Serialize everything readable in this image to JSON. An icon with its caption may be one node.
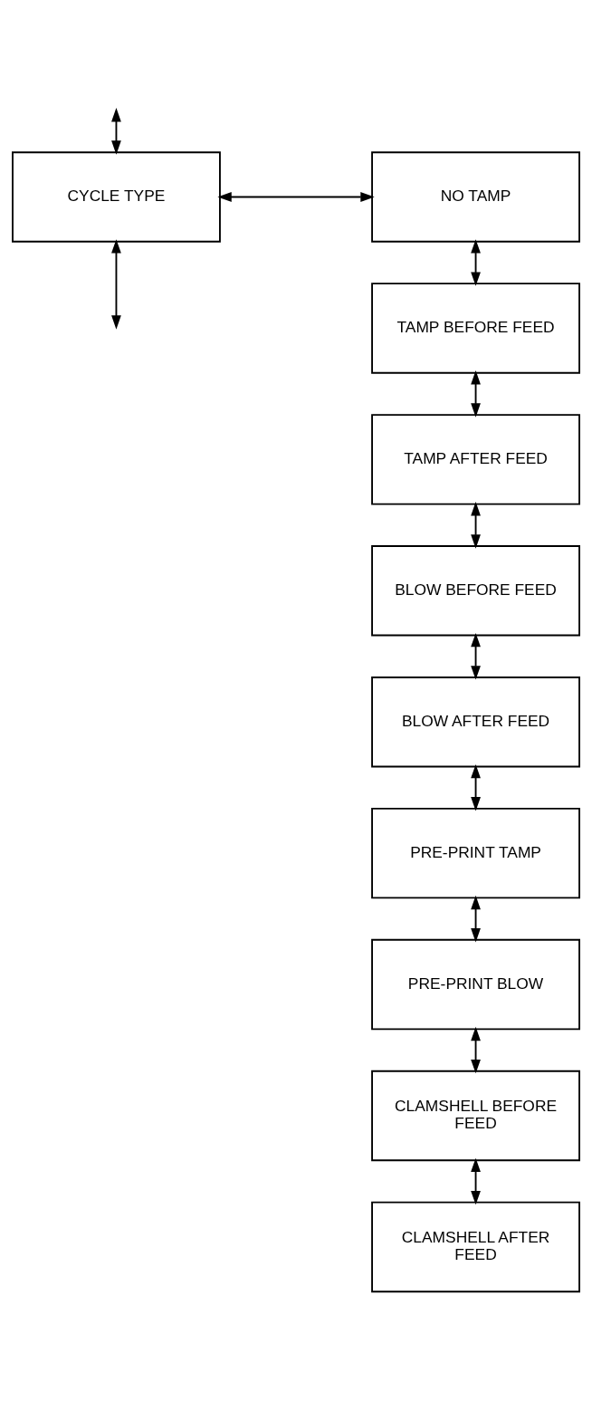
{
  "diagram": {
    "nodes": [
      {
        "text": [
          "CYCLE TYPE"
        ]
      },
      {
        "text": [
          "NO TAMP"
        ]
      },
      {
        "text": [
          "TAMP BEFORE FEED"
        ]
      },
      {
        "text": [
          "TAMP AFTER FEED"
        ]
      },
      {
        "text": [
          "BLOW BEFORE FEED"
        ]
      },
      {
        "text": [
          "BLOW AFTER FEED"
        ]
      },
      {
        "text": [
          "PRE-PRINT TAMP"
        ]
      },
      {
        "text": [
          "PRE-PRINT BLOW"
        ]
      },
      {
        "text": [
          "CLAMSHELL BEFORE FEED"
        ]
      },
      {
        "text": [
          "CLAMSHELL AFTER FEED"
        ]
      }
    ],
    "edges": [
      {
        "from": null,
        "to": 0,
        "arrow": "both"
      },
      {
        "from": 0,
        "to": null,
        "arrow": "both"
      },
      {
        "from": 0,
        "to": 1,
        "arrow": "both"
      },
      {
        "from": 1,
        "to": 2,
        "arrow": "both"
      },
      {
        "from": 2,
        "to": 3,
        "arrow": "both"
      },
      {
        "from": 3,
        "to": 4,
        "arrow": "both"
      },
      {
        "from": 4,
        "to": 5,
        "arrow": "both"
      },
      {
        "from": 5,
        "to": 6,
        "arrow": "both"
      },
      {
        "from": 6,
        "to": 7,
        "arrow": "both"
      },
      {
        "from": 7,
        "to": 8,
        "arrow": "both"
      },
      {
        "from": 8,
        "to": 9,
        "arrow": "both"
      }
    ]
  }
}
